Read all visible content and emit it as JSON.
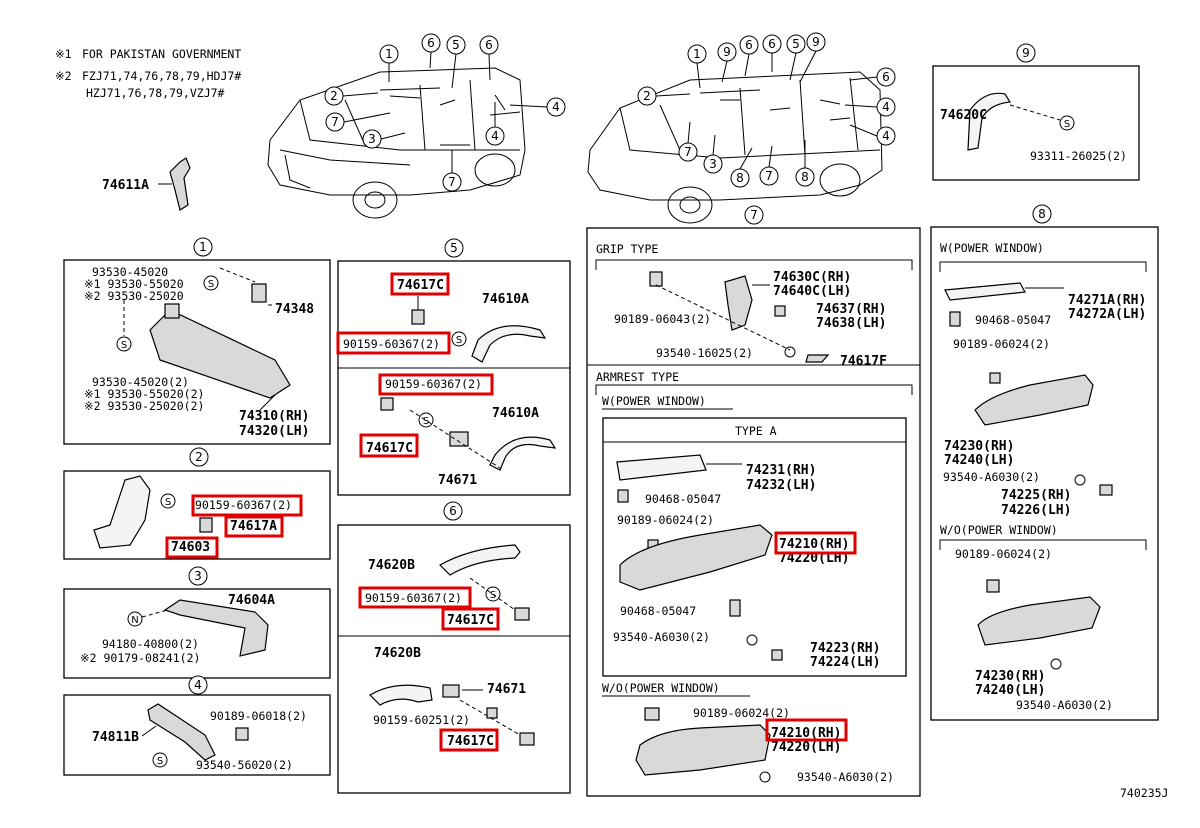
{
  "notes": {
    "note1_mark": "※1",
    "note1_text": "FOR PAKISTAN GOVERNMENT",
    "note2_mark": "※2",
    "note2_line1": "FZJ71,74,76,78,79,HDJ7#",
    "note2_line2": "HZJ71,76,78,79,VZJ7#"
  },
  "callout_numbers": [
    "1",
    "2",
    "3",
    "4",
    "5",
    "6",
    "7",
    "8",
    "9"
  ],
  "standalone": {
    "part_74611A": "74611A"
  },
  "section1": {
    "num": "1",
    "l1": "93530-45020",
    "l2": "※1 93530-55020",
    "l3": "※2 93530-25020",
    "part_74348": "74348",
    "l4": "93530-45020(2)",
    "l5": "※1 93530-55020(2)",
    "l6": "※2 93530-25020(2)",
    "rh": "74310(RH)",
    "lh": "74320(LH)"
  },
  "section2": {
    "num": "2",
    "screw": "90159-60367(2)",
    "clip": "74617A",
    "grip": "74603"
  },
  "section3": {
    "num": "3",
    "grip": "74604A",
    "nut": "94180-40800(2)",
    "alt": "※2 90179-08241(2)"
  },
  "section4": {
    "num": "4",
    "grip": "74811B",
    "bolt": "90189-06018(2)",
    "screw": "93540-56020(2)"
  },
  "section5": {
    "num": "5",
    "a_clip": "74617C",
    "a_grip": "74610A",
    "a_screw": "90159-60367(2)",
    "b_screw": "90159-60367(2)",
    "b_grip": "74610A",
    "b_clip": "74617C",
    "b_cover": "74671"
  },
  "section6": {
    "num": "6",
    "a_grip": "74620B",
    "a_screw": "90159-60367(2)",
    "a_clip": "74617C",
    "b_grip": "74620B",
    "b_cover": "74671",
    "b_screw": "90159-60251(2)",
    "b_clip": "74617C"
  },
  "section7": {
    "num": "7",
    "grip_type": "GRIP TYPE",
    "g1": "74630C(RH)",
    "g2": "74640C(LH)",
    "g3": "90189-06043(2)",
    "g4": "74637(RH)",
    "g5": "74638(LH)",
    "g6": "93540-16025(2)",
    "g7": "74617F",
    "armrest_type": "ARMREST TYPE",
    "w_power": "W(POWER WINDOW)",
    "type_a": "TYPE A",
    "a1": "74231(RH)",
    "a2": "74232(LH)",
    "a3": "90468-05047",
    "a4": "90189-06024(2)",
    "a5": "74210(RH)",
    "a6": "74220(LH)",
    "a7": "90468-05047",
    "a8": "93540-A6030(2)",
    "a9": "74223(RH)",
    "a10": "74224(LH)",
    "wo_power": "W/O(POWER WINDOW)",
    "b1": "90189-06024(2)",
    "b2": "74210(RH)",
    "b3": "74220(LH)",
    "b4": "93540-A6030(2)"
  },
  "section8": {
    "num": "8",
    "w_power": "W(POWER WINDOW)",
    "p1": "74271A(RH)",
    "p2": "74272A(LH)",
    "p3": "90468-05047",
    "p4": "90189-06024(2)",
    "p5": "74230(RH)",
    "p6": "74240(LH)",
    "p7": "93540-A6030(2)",
    "p8": "74225(RH)",
    "p9": "74226(LH)",
    "wo_power": "W/O(POWER WINDOW)",
    "q1": "90189-06024(2)",
    "q2": "74230(RH)",
    "q3": "74240(LH)",
    "q4": "93540-A6030(2)"
  },
  "section9": {
    "num": "9",
    "grip": "74620C",
    "screw": "93311-26025(2)"
  },
  "figure_code": "740235J",
  "highlight_color": "#e00000"
}
